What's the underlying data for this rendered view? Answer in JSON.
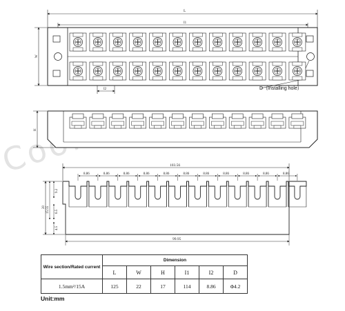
{
  "watermark": "Cooltex",
  "top_view": {
    "dim_L": "L",
    "dim_I1": "I1",
    "dim_W": "W",
    "dim_I2": "I2",
    "hole_label": "D（Installing hole）"
  },
  "side_view": {
    "dim_H": "H"
  },
  "bottom_view": {
    "overall": "103.56",
    "pitch": "8.86",
    "inner_width": "99.95",
    "left_dims": [
      "9.2",
      "15.55",
      "6.5",
      "4.5"
    ],
    "height": "20"
  },
  "terminal_count": 12,
  "spec_table": {
    "row_header": "Wire section/Rated current",
    "group_header": "Dimension",
    "columns": [
      "L",
      "W",
      "H",
      "I1",
      "I2",
      "D"
    ],
    "row_label": "1.5mm²/15A",
    "values": [
      "125",
      "22",
      "17",
      "114",
      "8.86",
      "Φ4.2"
    ]
  },
  "unit_note": "Unit:mm"
}
